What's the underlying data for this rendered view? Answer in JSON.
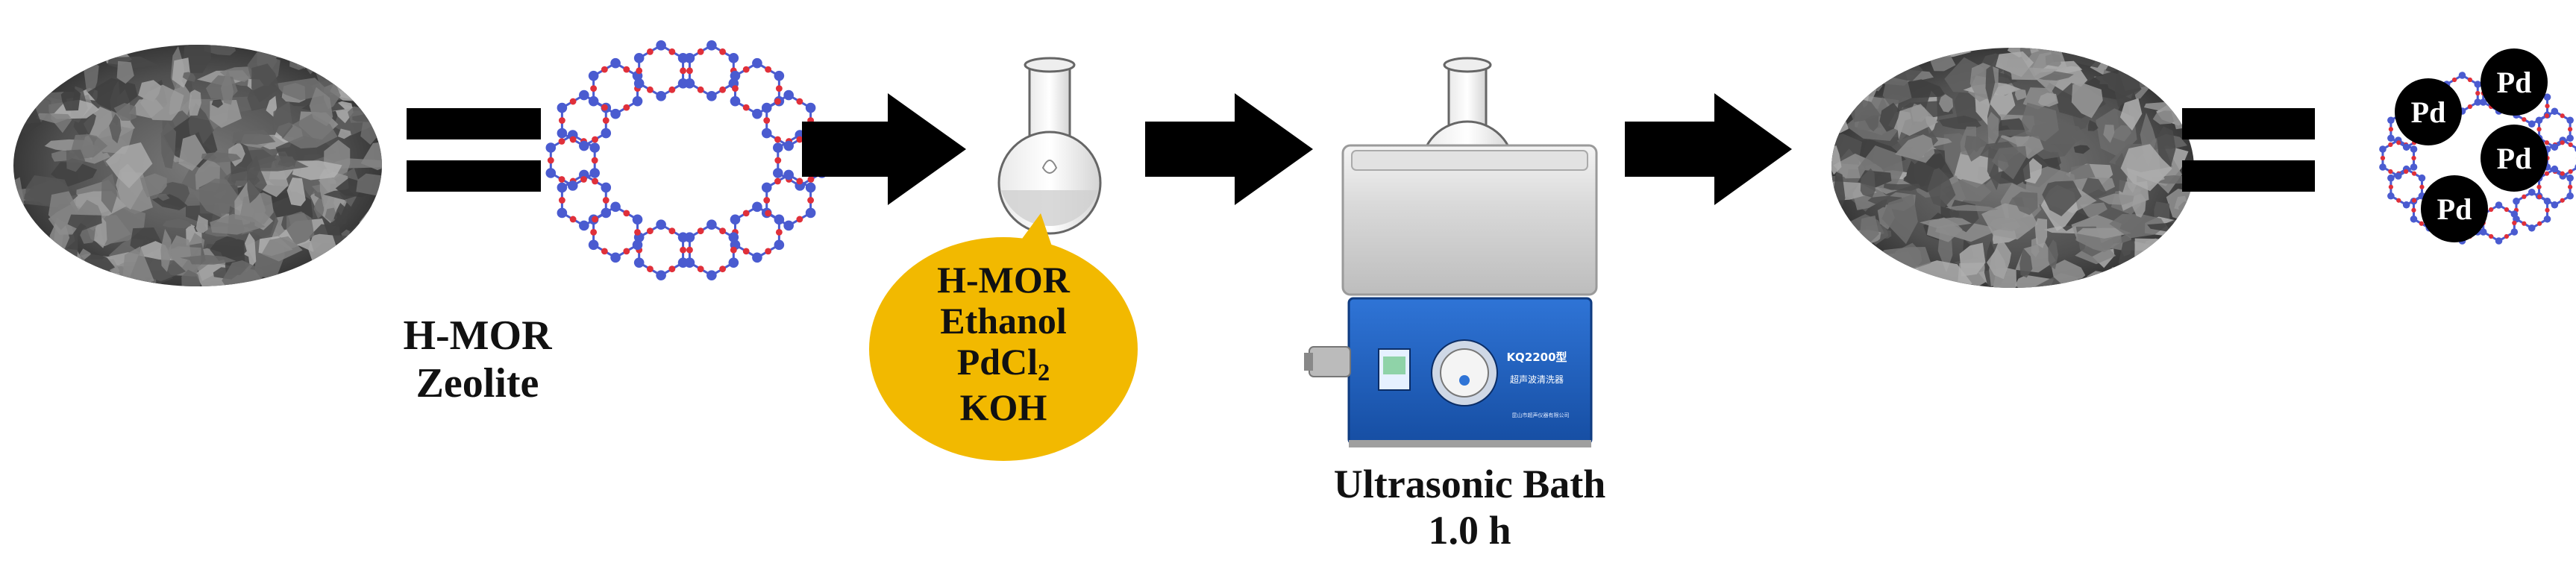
{
  "labels": {
    "zeolite_line1": "H-MOR",
    "zeolite_line2": "Zeolite",
    "bath_line1": "Ultrasonic Bath",
    "bath_line2": "1.0 h"
  },
  "reagents": {
    "line1": "H-MOR",
    "line2": "Ethanol",
    "line3_base": "PdCl",
    "line3_sub": "2",
    "line4": "KOH"
  },
  "device": {
    "model": "KQ2200型",
    "name": "超声波清洗器",
    "brand_tag": "昆山市超声仪器有限公司"
  },
  "particles": [
    "Pd",
    "Pd",
    "Pd",
    "Pd"
  ],
  "colors": {
    "bubble": "#F2B900",
    "oxygen": "#E0303A",
    "silicon": "#4A5BD0",
    "panel": "#1F5FC0",
    "arrow": "#000000"
  }
}
